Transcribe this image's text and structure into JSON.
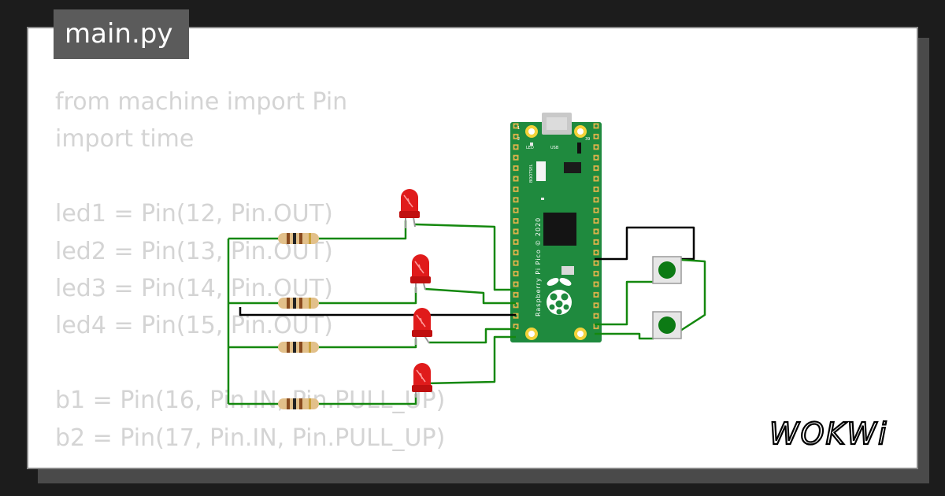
{
  "file_tab": {
    "label": "main.py"
  },
  "code_lines": [
    "from machine import Pin",
    "import time",
    "",
    "led1 = Pin(12, Pin.OUT)",
    "led2 = Pin(13, Pin.OUT)",
    "led3 = Pin(14, Pin.OUT)",
    "led4 = Pin(15, Pin.OUT)",
    "",
    "b1 = Pin(16, Pin.IN, Pin.PULL_UP)",
    "b2 = Pin(17, Pin.IN, Pin.PULL_UP)"
  ],
  "board": {
    "name": "Raspberry Pi Pico © 2020",
    "bootsel_label": "BOOTSEL",
    "led_label": "LED",
    "usb_label": "USB",
    "pin1_label": "1",
    "pin2_label": "2",
    "pin39_label": "39"
  },
  "logo": {
    "text": "WOKWi"
  },
  "colors": {
    "background": "#1c1c1c",
    "card": "#ffffff",
    "tab": "#5b5b5b",
    "code_text": "#d4d4d4",
    "board": "#1f8a3e",
    "wire_green": "#14880e",
    "wire_black": "#000000",
    "led_red": "#e01b1b",
    "button_cap": "#0c7a14"
  }
}
